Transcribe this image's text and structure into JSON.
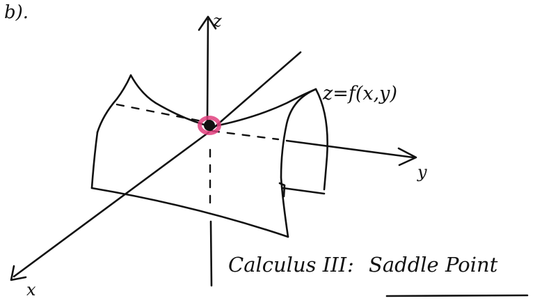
{
  "corner_label": "b).",
  "axes": {
    "z_label": "z",
    "y_label": "y",
    "x_label": "x"
  },
  "surface_label": "z=f(x,y)",
  "caption": {
    "course": "Calculus III",
    "separator": ":",
    "topic": "Saddle Point"
  },
  "colors": {
    "ink": "#111111",
    "saddle_highlight": "#e0407e"
  }
}
